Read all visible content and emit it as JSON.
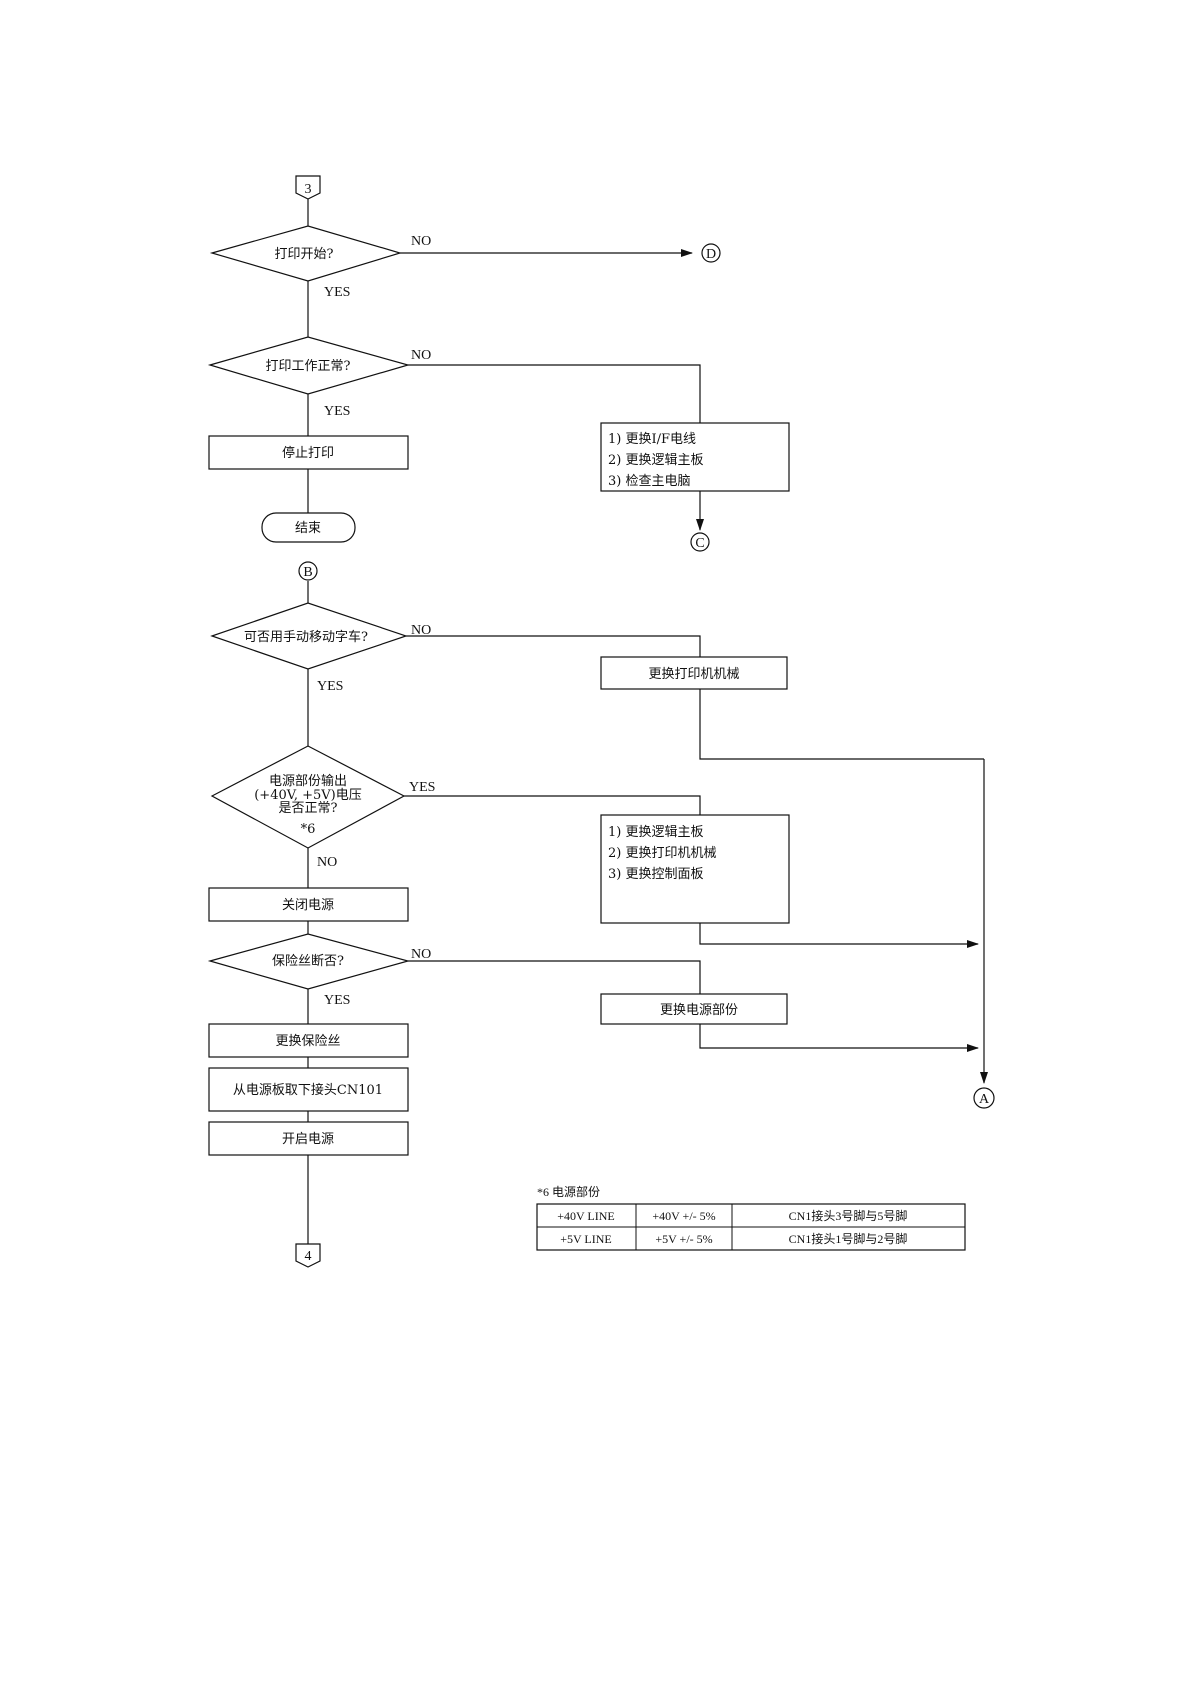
{
  "connectors": {
    "top_page": "3",
    "bottom_page": "4",
    "d": "D",
    "c": "C",
    "b": "B",
    "a": "A"
  },
  "decisions": {
    "print_start": "打印开始?",
    "print_normal": "打印工作正常?",
    "move_carriage": "可否用手动移动字车?",
    "psu_line1": "电源部份输出",
    "psu_line2": "(+40V, +5V)电压",
    "psu_line3": "是否正常?",
    "psu_note": "*6",
    "fuse": "保险丝断否?"
  },
  "processes": {
    "stop_print": "停止打印",
    "end": "结束",
    "power_off": "关闭电源",
    "replace_fuse": "更换保险丝",
    "remove_cn101": "从电源板取下接头CN101",
    "power_on": "开启电源",
    "replace_mech": "更换打印机机械",
    "replace_psu": "更换电源部份"
  },
  "lists": {
    "box1": [
      "1) 更换I/F电线",
      "2) 更换逻辑主板",
      "3) 检查主电脑"
    ],
    "box2": [
      "1) 更换逻辑主板",
      "2) 更换打印机机械",
      "3) 更换控制面板"
    ]
  },
  "labels": {
    "yes": "YES",
    "no": "NO"
  },
  "note": {
    "title": "*6  电源部份",
    "rows": [
      [
        "+40V LINE",
        "+40V +/- 5%",
        "CN1接头3号脚与5号脚"
      ],
      [
        "+5V LINE",
        "+5V +/- 5%",
        "CN1接头1号脚与2号脚"
      ]
    ]
  }
}
